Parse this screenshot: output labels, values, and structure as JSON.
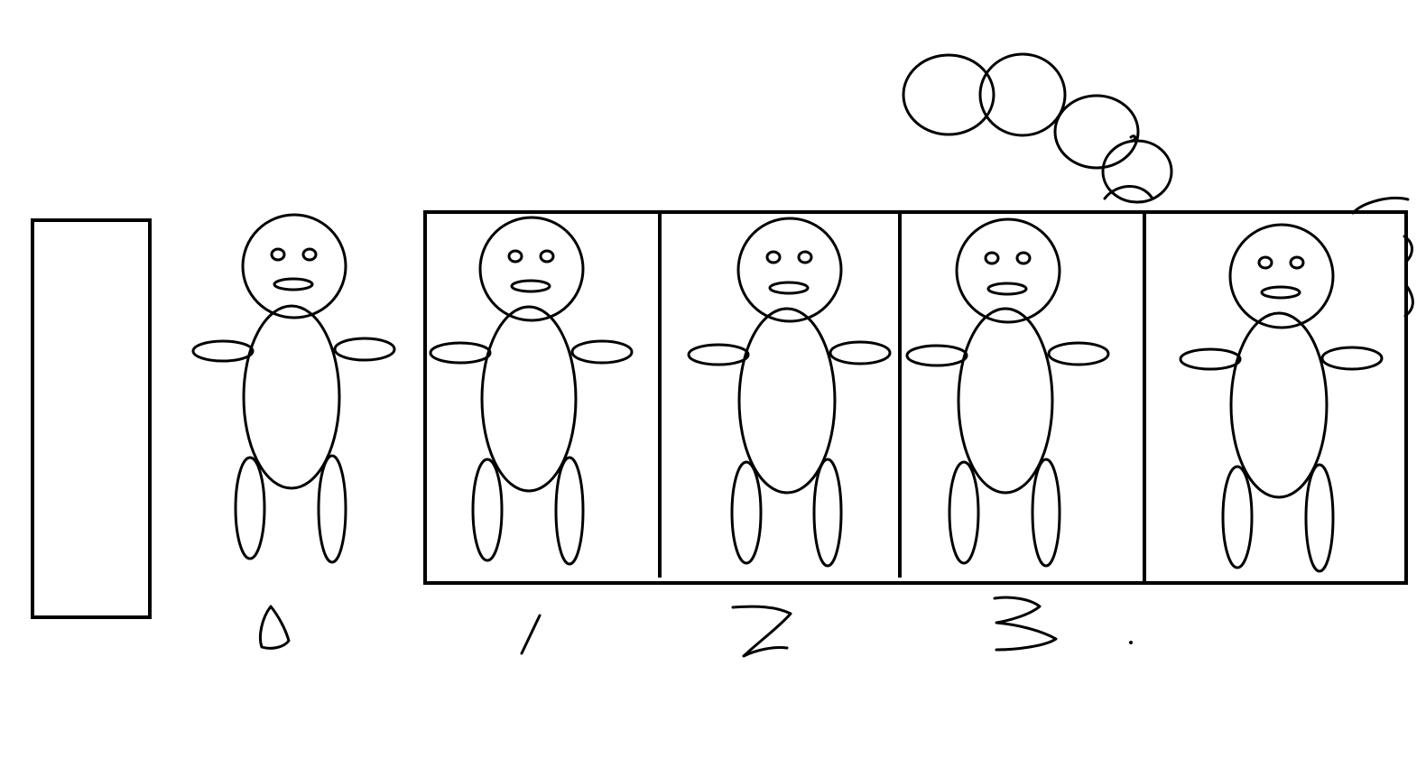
{
  "colors": {
    "background": "#ffffff",
    "ink": "#000000"
  },
  "labels": [
    "0",
    "1",
    "2",
    "3",
    "."
  ],
  "figures": {
    "count": 5,
    "part_names": [
      "head",
      "left-eye",
      "right-eye",
      "mouth",
      "body",
      "left-arm",
      "right-arm",
      "left-leg",
      "right-leg"
    ]
  },
  "icons": {
    "figure": "stick-figure-icon",
    "bubble": "thought-bubble-icon"
  }
}
